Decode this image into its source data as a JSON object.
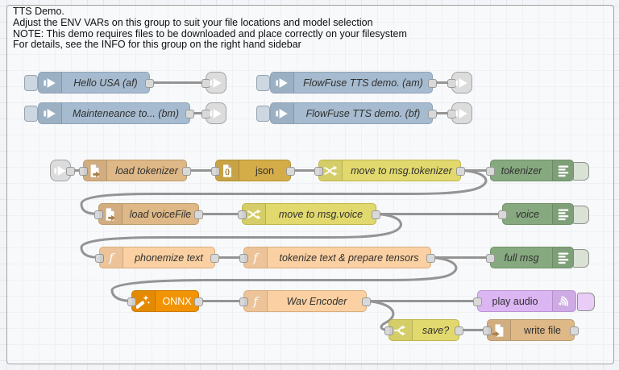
{
  "note": {
    "lines": [
      "TTS Demo.",
      "Adjust the ENV VARs on this group to suit your file locations and model selection",
      "NOTE: This demo requires files to be downloaded and place correctly on your filesystem",
      "For details, see the INFO for this group on the right hand sidebar"
    ]
  },
  "nodes": {
    "inject_hello": {
      "label": "Hello USA (af)",
      "type": "inject"
    },
    "inject_maintenance": {
      "label": "Mainteneance to... (bm)",
      "type": "inject"
    },
    "inject_ff_am": {
      "label": "FlowFuse TTS demo. (am)",
      "type": "inject"
    },
    "inject_ff_bf": {
      "label": "FlowFuse TTS demo. (bf)",
      "type": "inject"
    },
    "load_tokenizer": {
      "label": "load tokenizer",
      "type": "file-in"
    },
    "json": {
      "label": "json",
      "type": "json"
    },
    "move_tokenizer": {
      "label": "move to msg.tokenizer",
      "type": "change"
    },
    "debug_tokenizer": {
      "label": "tokenizer",
      "type": "debug"
    },
    "load_voicefile": {
      "label": "load voiceFile",
      "type": "file-in"
    },
    "move_voice": {
      "label": "move to msg.voice",
      "type": "change"
    },
    "debug_voice": {
      "label": "voice",
      "type": "debug"
    },
    "phonemize": {
      "label": "phonemize text",
      "type": "function"
    },
    "tokenize_tensors": {
      "label": "tokenize text & prepare tensors",
      "type": "function"
    },
    "debug_fullmsg": {
      "label": "full msg",
      "type": "debug"
    },
    "onnx": {
      "label": "ONNX",
      "type": "onnx"
    },
    "wav_encoder": {
      "label": "Wav Encoder",
      "type": "function"
    },
    "play_audio": {
      "label": "play audio",
      "type": "play-audio"
    },
    "save_switch": {
      "label": "save?",
      "type": "switch"
    },
    "write_file": {
      "label": "write file",
      "type": "file-out"
    }
  },
  "colors": {
    "inject": "#a6bbcf",
    "link": "#dcdcdc",
    "file": "#deb887",
    "json": "#d4ad49",
    "change": "#e2d96e",
    "switch": "#e2d96e",
    "debug": "#87a980",
    "function": "#fbd0a2",
    "onnx": "#f29303",
    "play_audio": "#dcb5f3",
    "wire": "#949494",
    "group_border": "#a3a3a3"
  }
}
